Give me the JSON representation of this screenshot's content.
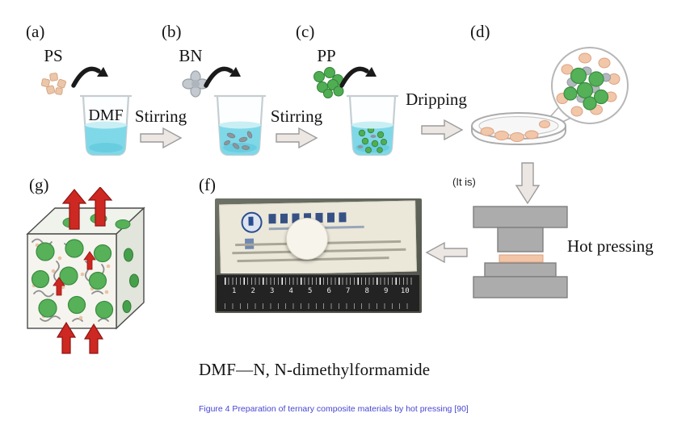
{
  "labels": {
    "a": "(a)",
    "b": "(b)",
    "c": "(c)",
    "d": "(d)",
    "f": "(f)",
    "g": "(g)"
  },
  "materials": {
    "ps": "PS",
    "bn": "BN",
    "pp": "PP",
    "dmf": "DMF"
  },
  "process": {
    "stirring_1": "Stirring",
    "stirring_2": "Stirring",
    "dripping": "Dripping",
    "note": "(It is)",
    "hot_pressing": "Hot pressing"
  },
  "photo": {
    "ruler_numbers": [
      "1",
      "2",
      "3",
      "4",
      "5",
      "6",
      "7",
      "8",
      "9",
      "10"
    ]
  },
  "footnote": "DMF—N, N-dimethylformamide",
  "caption": "Figure 4 Preparation of ternary composite materials by hot pressing [90]",
  "icons": {
    "transfer_arrow": "curved-black-arrow",
    "flow_arrow": "light-gray-block-arrow",
    "heat_arrow": "red-up-block-arrow"
  },
  "colors": {
    "solvent_liquid": "#7fd8e8",
    "ps_particle": "#ecc6a8",
    "bn_particle": "#c3c9cf",
    "pp_particle": "#55b158",
    "press_gray": "#abacab",
    "sample_pink": "#f3c5a7",
    "heat_arrow_red": "#ce2823",
    "caption_text": "#4646d2"
  }
}
